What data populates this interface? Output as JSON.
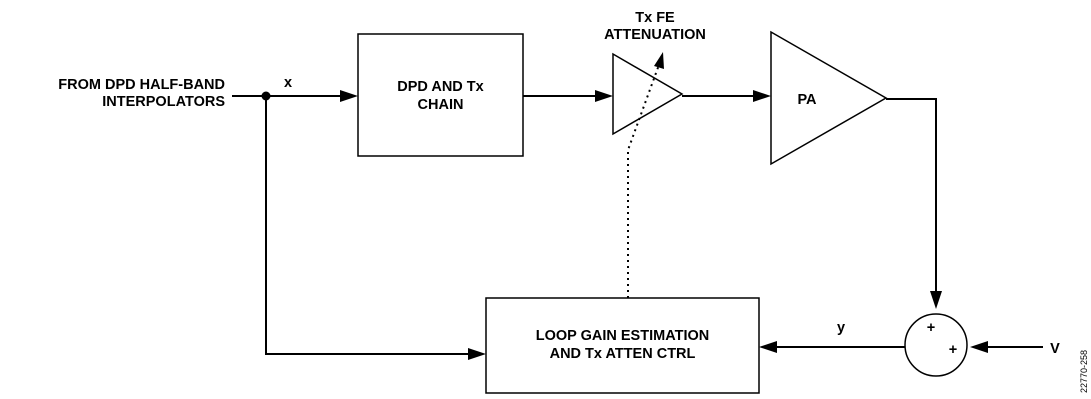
{
  "diagram": {
    "input": {
      "line1": "FROM DPD HALF-BAND",
      "line2": "INTERPOLATORS"
    },
    "signal_x": "x",
    "signal_y": "y",
    "signal_v": "V",
    "dpd_block": {
      "line1": "DPD AND Tx",
      "line2": "CHAIN"
    },
    "attenuator": {
      "line1": "Tx FE",
      "line2": "ATTENUATION"
    },
    "pa_block": {
      "label": "PA"
    },
    "loop_block": {
      "line1": "LOOP GAIN ESTIMATION",
      "line2": "AND Tx ATTEN CTRL"
    },
    "summer": {
      "plus_top": "+",
      "plus_right": "+"
    },
    "figure_id": "22770-258"
  }
}
